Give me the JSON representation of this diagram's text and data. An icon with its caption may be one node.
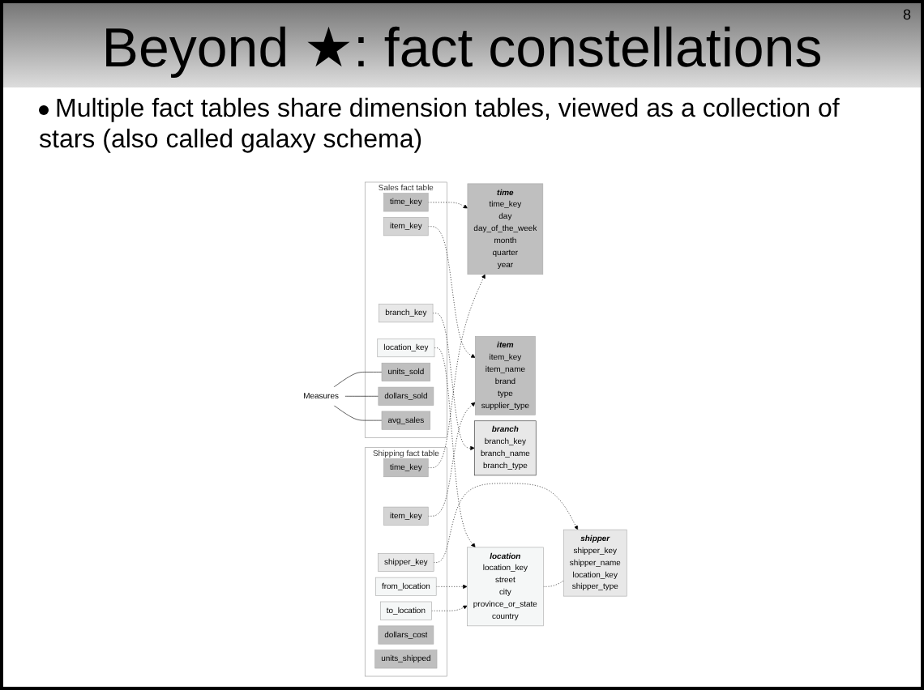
{
  "diagram": {
    "title": "Beyond ★: fact constellations",
    "nodes": [
      {
        "text": [
          "time",
          "time_key",
          "day",
          "day_of_the_week",
          "month",
          "quarter",
          "year"
        ]
      },
      {
        "text": [
          "Sales fact table"
        ]
      },
      {
        "text": [
          "time_key"
        ],
        "in": 1
      },
      {
        "text": [
          "item_key"
        ],
        "in": 1
      },
      {
        "text": [
          "branch_key"
        ],
        "in": 1
      },
      {
        "text": [
          "location_key"
        ],
        "in": 1
      },
      {
        "text": [
          "units_sold"
        ],
        "in": 1
      },
      {
        "text": [
          "dollars_sold"
        ],
        "in": 1
      },
      {
        "text": [
          "avg_sales"
        ],
        "in": 1
      },
      {
        "text": [
          "item",
          "item_key",
          "item_name",
          "brand",
          "type",
          "supplier_type"
        ]
      },
      {
        "text": [
          "branch",
          "branch_key",
          "branch_name",
          "branch_type"
        ]
      },
      {
        "text": [
          "location",
          "location_key",
          "street",
          "city",
          "province_or_state",
          "country"
        ]
      },
      {
        "text": [
          "Shipping fact table"
        ]
      },
      {
        "text": [
          "time_key"
        ],
        "in": 12
      },
      {
        "text": [
          "item_key"
        ],
        "in": 12
      },
      {
        "text": [
          "shipper_key"
        ],
        "in": 12
      },
      {
        "text": [
          "from_location"
        ],
        "in": 12
      },
      {
        "text": [
          "to_location"
        ],
        "in": 12
      },
      {
        "text": [
          "dollars_cost"
        ],
        "in": 12
      },
      {
        "text": [
          "units_shipped"
        ],
        "in": 12
      },
      {
        "text": [
          "shipper",
          "shipper_key",
          "shipper_name",
          "location_key",
          "shipper_type"
        ]
      },
      {
        "text": [
          "Measures"
        ]
      }
    ],
    "edges": [
      {
        "from": 2,
        "to": 0,
        "arrow": "to",
        "style": "dashed"
      },
      {
        "from": 3,
        "to": 9,
        "arrow": "to",
        "style": "dashed"
      },
      {
        "from": 4,
        "to": 10,
        "arrow": "to",
        "style": "dashed"
      },
      {
        "from": 5,
        "to": 11,
        "arrow": "to",
        "style": "dashed"
      },
      {
        "from": 13,
        "to": 0,
        "arrow": "to",
        "style": "dashed"
      },
      {
        "from": 14,
        "to": 9,
        "arrow": "to",
        "style": "dashed"
      },
      {
        "from": 15,
        "to": 20,
        "arrow": "to",
        "style": "dashed"
      },
      {
        "from": 16,
        "to": 11,
        "arrow": "to",
        "style": "dashed"
      },
      {
        "from": 17,
        "to": 11,
        "arrow": "to",
        "style": "dashed"
      },
      {
        "from": 11,
        "to": 20,
        "arrow": "none",
        "style": "dashed"
      },
      {
        "from": 21,
        "to": 6,
        "arrow": "none"
      },
      {
        "from": 21,
        "to": 7,
        "arrow": "none"
      },
      {
        "from": 21,
        "to": 8,
        "arrow": "none"
      }
    ],
    "labels": [
      "8",
      "Multiple fact tables share dimension tables, viewed as a collection of stars (also called galaxy schema)"
    ]
  }
}
